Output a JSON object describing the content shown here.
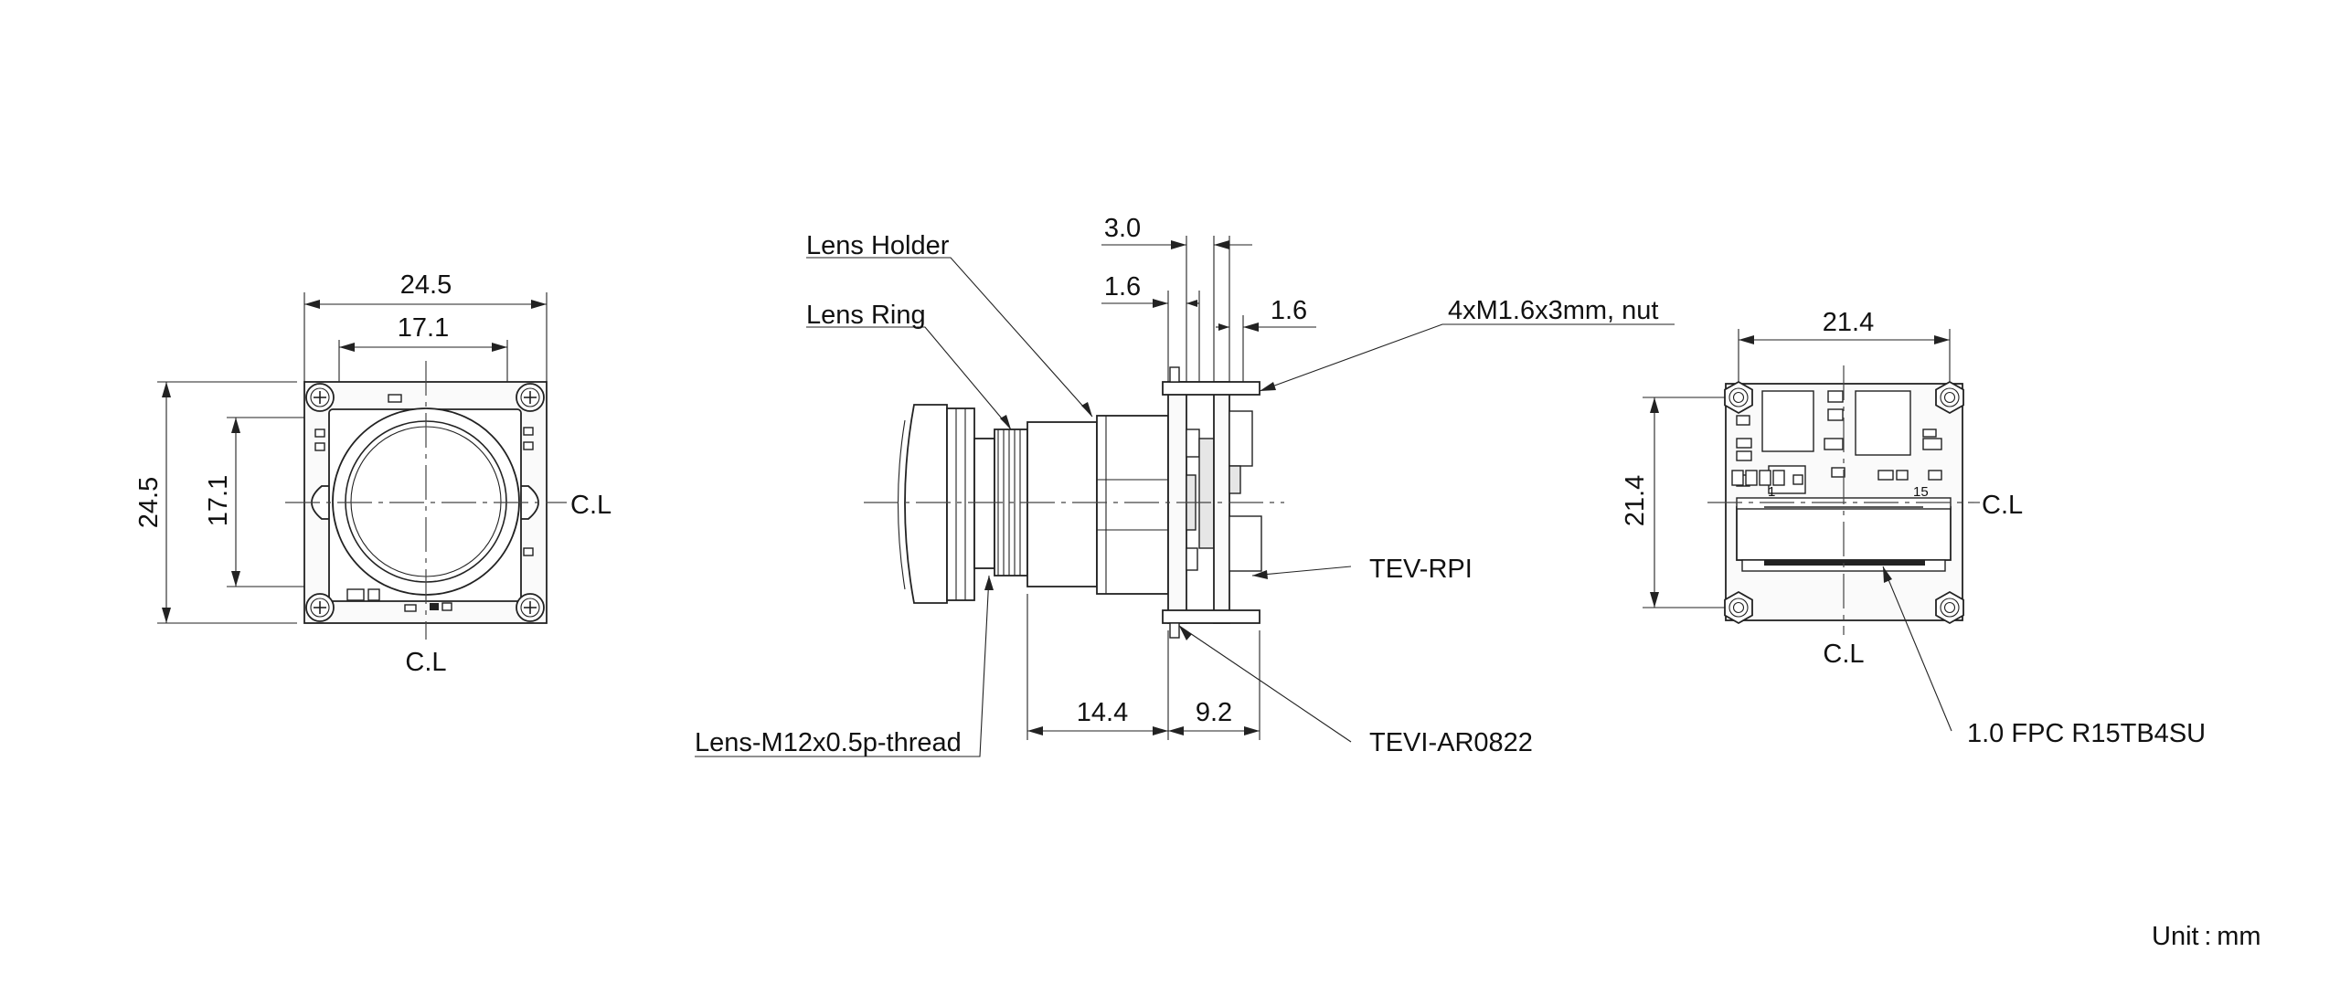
{
  "unit_label": "Unit : mm",
  "front_view": {
    "width_outer": "24.5",
    "width_inner": "17.1",
    "height_outer": "24.5",
    "height_inner": "17.1",
    "centerline_h": "C.L",
    "centerline_v": "C.L"
  },
  "side_view": {
    "gap_top": "3.0",
    "pcb_thickness_left": "1.6",
    "pcb_thickness_right": "1.6",
    "lens_depth": "14.4",
    "board_stack_depth": "9.2",
    "label_lens_holder": "Lens Holder",
    "label_lens_ring": "Lens Ring",
    "label_lens_thread": "Lens-M12x0.5p-thread",
    "label_nut": "4xM1.6x3mm, nut",
    "label_rpi": "TEV-RPI",
    "label_sensor": "TEVI-AR0822"
  },
  "back_view": {
    "hole_spacing_h": "21.4",
    "hole_spacing_v": "21.4",
    "centerline_h": "C.L",
    "centerline_v": "C.L",
    "connector_label": "1.0 FPC R15TB4SU",
    "pin_1": "1",
    "pin_15": "15"
  }
}
